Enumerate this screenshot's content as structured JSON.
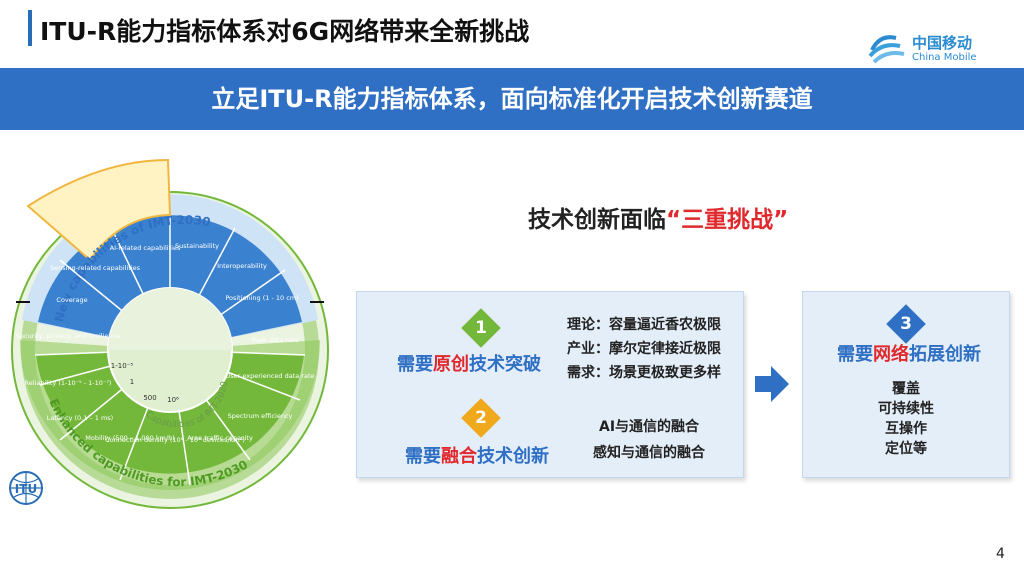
{
  "header": {
    "title": "ITU-R能力指标体系对6G网络带来全新挑战"
  },
  "logo": {
    "cn": "中国移动",
    "en": "China Mobile"
  },
  "banner": {
    "text": "立足ITU-R能力指标体系，面向标准化开启技术创新赛道"
  },
  "wheel": {
    "outer_top_label": "New capabilities of IMT-2030",
    "outer_bottom_label": "Enhanced capabilities for IMT-2030",
    "inner_label": "Capabilities of IMT-2020",
    "new_segments": [
      "Sensing-related capabilities",
      "AI-related capabilities",
      "Sustainability",
      "Interoperability",
      "Positioning (1 - 10 cm)",
      "Coverage"
    ],
    "enhanced_segments": [
      "Security, privacy, and resilience",
      "Peak data rate",
      "Reliability (1-10⁻⁵ - 1-10⁻⁷)",
      "User experienced data rate",
      "Latency (0.1 – 1 ms)",
      "Spectrum efficiency",
      "Mobility (500 – 1,000 km/h)",
      "Connection density (10⁶ - 10⁸ devices/km²)",
      "Area traffic capacity"
    ],
    "inner_values": [
      "1-10⁻⁵",
      "1",
      "500",
      "10⁶"
    ]
  },
  "challenge": {
    "title_prefix": "技术创新面临",
    "title_highlight": "“三重挑战”"
  },
  "panel1": {
    "item1": {
      "num": "1",
      "need_prefix": "需要",
      "need_highlight": "原创",
      "need_suffix": "技术突破",
      "lines": [
        "理论：容量逼近香农极限",
        "产业：摩尔定律接近极限",
        "需求：场景更极致更多样"
      ]
    },
    "item2": {
      "num": "2",
      "need_prefix": "需要",
      "need_highlight": "融合",
      "need_suffix": "技术创新",
      "lines": [
        "AI与通信的融合",
        "感知与通信的融合"
      ]
    }
  },
  "panel2": {
    "num": "3",
    "need_prefix": "需要",
    "need_highlight": "网络",
    "need_suffix": "拓展创新",
    "lines": [
      "覆盖",
      "可持续性",
      "互操作",
      "定位等"
    ]
  },
  "page_number": "4",
  "colors": {
    "accent_blue": "#2f6fc4",
    "highlight_red": "#e0292d",
    "green": "#73b83b",
    "orange": "#f0a81c",
    "blue_diamond": "#2f6fc4"
  }
}
